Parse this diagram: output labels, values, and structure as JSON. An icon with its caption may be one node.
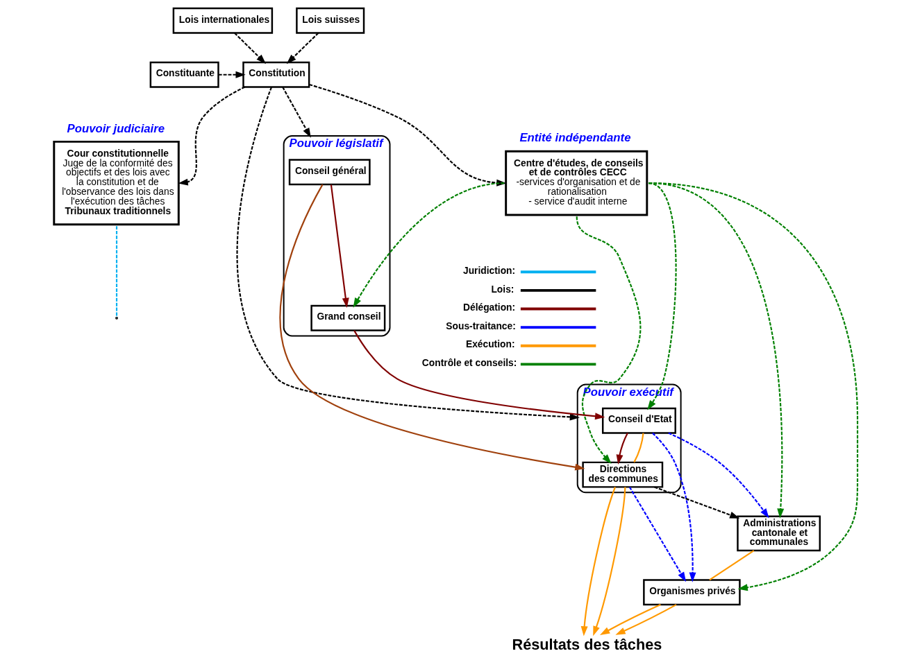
{
  "diagram": {
    "nodes": [
      {
        "text": [
          "Lois internationales"
        ]
      },
      {
        "text": [
          "Lois suisses"
        ]
      },
      {
        "text": [
          "Constituante"
        ]
      },
      {
        "text": [
          "Constitution"
        ]
      },
      {
        "text": [
          "Pouvoir judiciaire",
          "Cour constitutionnelle",
          "Juge de la conformité des objectifs et des lois avec la constitution et de l'observance des lois dans l'exécution des tâches",
          "Tribunaux traditionnels"
        ]
      },
      {
        "text": [
          "Entité indépendante",
          "Centre d'études, de conseils et de contrôles CECC",
          "-services d'organisation et de rationalisation",
          "- service d'audit interne"
        ]
      },
      {
        "text": [
          "Pouvoir législatif"
        ]
      },
      {
        "text": [
          "Conseil général"
        ],
        "in": 6
      },
      {
        "text": [
          "Grand conseil"
        ],
        "in": 6
      },
      {
        "text": [
          "Pouvoir exécutif"
        ]
      },
      {
        "text": [
          "Conseil d'Etat"
        ],
        "in": 9
      },
      {
        "text": [
          "Directions des communes"
        ],
        "in": 9
      },
      {
        "text": [
          "Administrations cantonale et communales"
        ]
      },
      {
        "text": [
          "Organismes privés"
        ]
      },
      {
        "text": [
          "Résultats des tâches"
        ]
      }
    ],
    "edges": [
      {
        "from": 0,
        "to": 3,
        "arrow": "to",
        "style": "dashed"
      },
      {
        "from": 1,
        "to": 3,
        "arrow": "to",
        "style": "dashed"
      },
      {
        "from": 2,
        "to": 3,
        "arrow": "to",
        "style": "dashed"
      },
      {
        "from": 3,
        "to": 4,
        "arrow": "to",
        "style": "dashed"
      },
      {
        "from": 3,
        "to": 5,
        "arrow": "to",
        "style": "dashed"
      },
      {
        "from": 3,
        "to": 6,
        "arrow": "to",
        "style": "dashed"
      },
      {
        "from": 3,
        "to": 9,
        "arrow": "to",
        "style": "dashed"
      },
      {
        "from": 4,
        "to": null,
        "arrow": "none",
        "style": "dashed",
        "color": "#00b0f0"
      },
      {
        "from": 7,
        "to": 8,
        "arrow": "to",
        "color": "#800000"
      },
      {
        "from": 8,
        "to": 10,
        "arrow": "to",
        "color": "#800000"
      },
      {
        "from": 10,
        "to": 11,
        "arrow": "to",
        "color": "#800000"
      },
      {
        "from": 7,
        "to": 11,
        "arrow": "to",
        "color": "#a0410d"
      },
      {
        "from": 5,
        "to": 8,
        "arrow": "to",
        "style": "dashed",
        "color": "#008000"
      },
      {
        "from": 5,
        "to": 10,
        "arrow": "to",
        "style": "dashed",
        "color": "#008000"
      },
      {
        "from": 5,
        "to": 12,
        "arrow": "to",
        "style": "dashed",
        "color": "#008000"
      },
      {
        "from": 5,
        "to": 11,
        "arrow": "to",
        "style": "dashed",
        "color": "#008000"
      },
      {
        "from": 5,
        "to": 13,
        "arrow": "to",
        "style": "dashed",
        "color": "#008000"
      },
      {
        "from": 10,
        "to": 12,
        "arrow": "to",
        "style": "dashed",
        "color": "#0000ff"
      },
      {
        "from": 10,
        "to": 13,
        "arrow": "to",
        "style": "dashed",
        "color": "#0000ff"
      },
      {
        "from": 11,
        "to": 13,
        "arrow": "to",
        "style": "dashed",
        "color": "#0000ff"
      },
      {
        "from": 11,
        "to": 12,
        "arrow": "to",
        "style": "dashed"
      },
      {
        "from": 10,
        "to": 11,
        "arrow": "none",
        "color": "#ff9900"
      },
      {
        "from": 12,
        "to": 13,
        "arrow": "none",
        "color": "#ff9900"
      },
      {
        "from": 11,
        "to": 14,
        "arrow": "to",
        "color": "#ff9900"
      },
      {
        "from": 11,
        "to": 14,
        "arrow": "to",
        "color": "#ff9900"
      },
      {
        "from": 13,
        "to": 14,
        "arrow": "to",
        "color": "#ff9900"
      },
      {
        "from": 13,
        "to": 14,
        "arrow": "to",
        "color": "#ff9900"
      }
    ],
    "legend": [
      {
        "text": "Juridiction:"
      },
      {
        "text": "Lois:"
      },
      {
        "text": "Délégation:"
      },
      {
        "text": "Sous-traitance:"
      },
      {
        "text": "Exécution:"
      },
      {
        "text": "Contrôle et conseils:"
      }
    ]
  }
}
